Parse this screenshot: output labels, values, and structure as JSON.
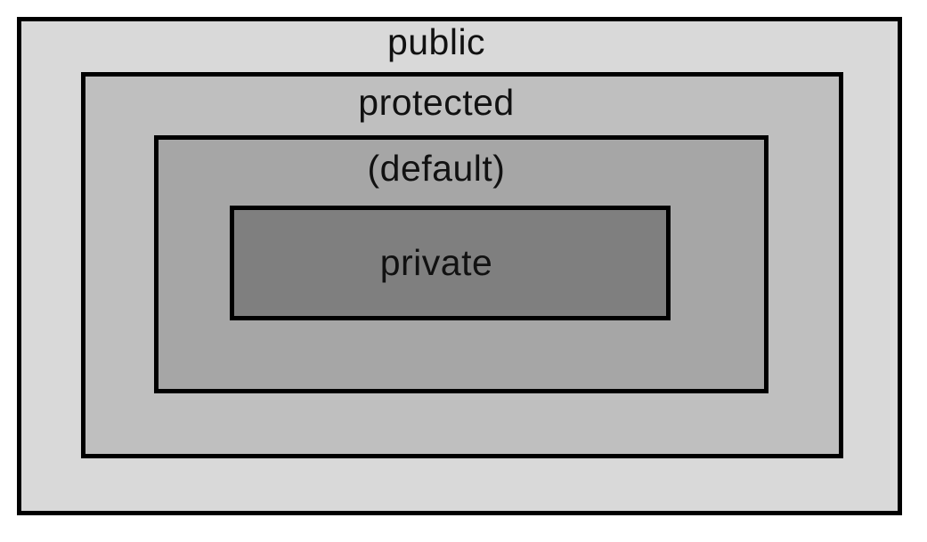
{
  "diagram": {
    "background": "#ffffff",
    "border_color": "#000000",
    "text_color": "#111111",
    "levels": [
      {
        "label": "public",
        "fill": "#d9d9d9"
      },
      {
        "label": "protected",
        "fill": "#bfbfbf"
      },
      {
        "label": "(default)",
        "fill": "#a6a6a6"
      },
      {
        "label": "private",
        "fill": "#7f7f7f"
      }
    ]
  }
}
